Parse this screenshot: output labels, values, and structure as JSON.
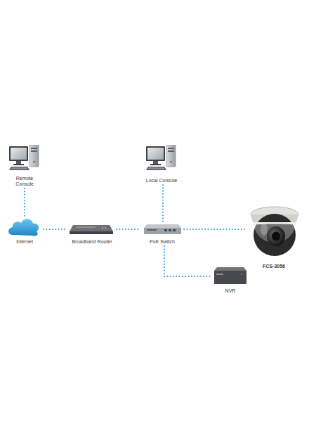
{
  "diagram": {
    "nodes": [
      {
        "text": [
          "Remote Console"
        ]
      },
      {
        "text": [
          "Local Console"
        ]
      },
      {
        "text": [
          "Internet"
        ]
      },
      {
        "text": [
          "Broadband Router"
        ]
      },
      {
        "text": [
          "PoE Switch"
        ]
      },
      {
        "text": [
          "FCS-3056"
        ]
      },
      {
        "text": [
          "NVR"
        ]
      }
    ],
    "edges": [
      {
        "from": 0,
        "to": 2,
        "arrow": "none"
      },
      {
        "from": 2,
        "to": 3,
        "arrow": "none"
      },
      {
        "from": 3,
        "to": 4,
        "arrow": "none"
      },
      {
        "from": 1,
        "to": 4,
        "arrow": "none"
      },
      {
        "from": 4,
        "to": 5,
        "arrow": "none"
      },
      {
        "from": 4,
        "to": 6,
        "arrow": "none"
      }
    ]
  }
}
